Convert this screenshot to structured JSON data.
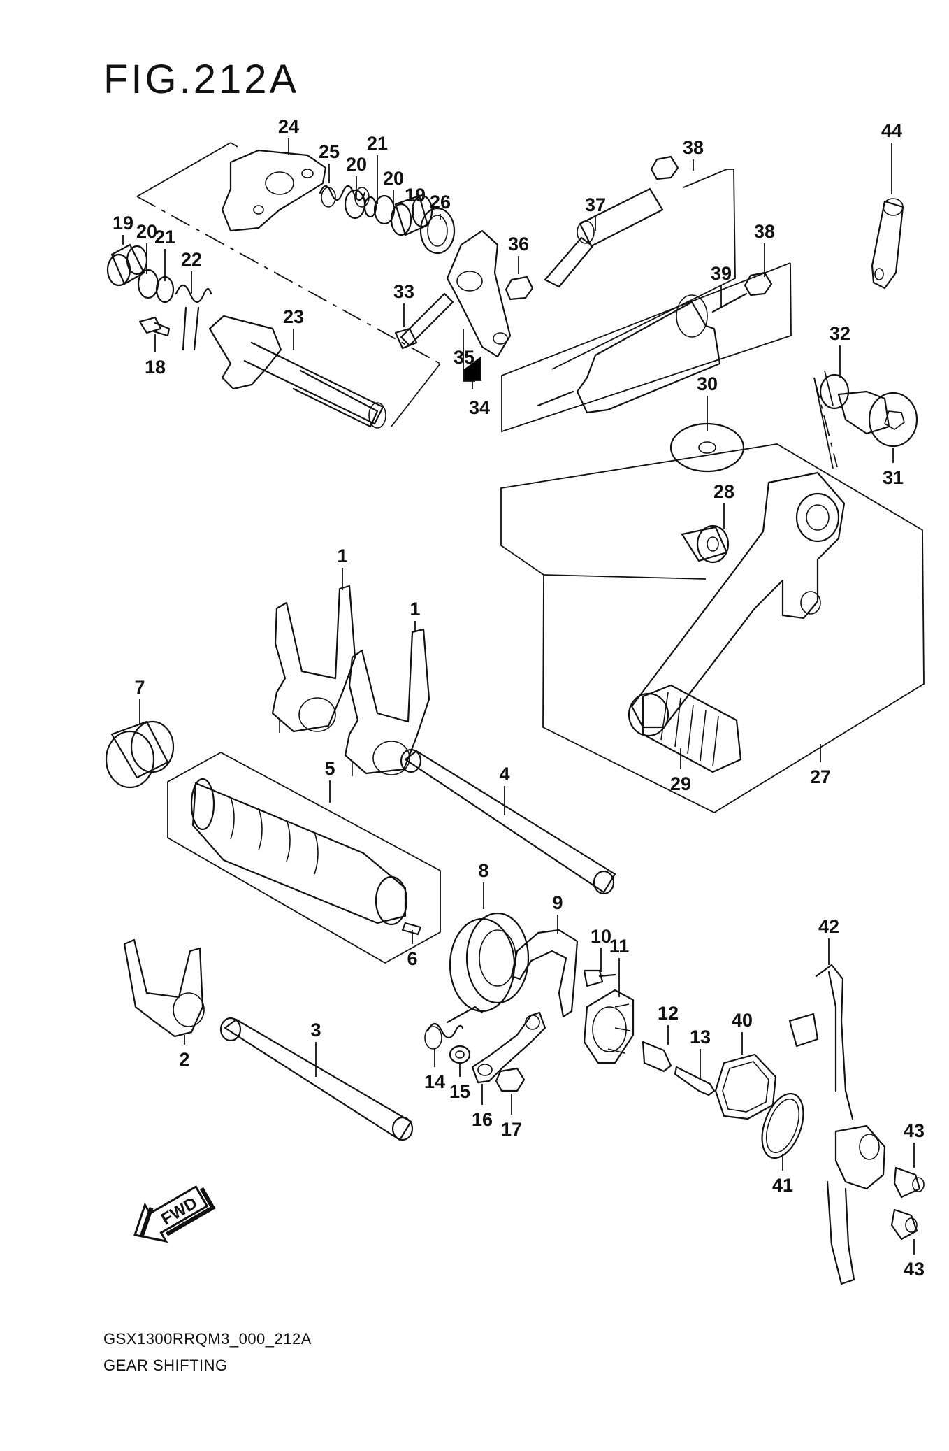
{
  "figure": {
    "title": "FIG.212A"
  },
  "footer": {
    "code": "GSX1300RRQM3_000_212A",
    "name": "GEAR SHIFTING"
  },
  "fwd_badge": "FWD",
  "callouts": [
    {
      "id": "c24",
      "label": "24"
    },
    {
      "id": "c25",
      "label": "25"
    },
    {
      "id": "c21a",
      "label": "21"
    },
    {
      "id": "c20a",
      "label": "20"
    },
    {
      "id": "c20b",
      "label": "20"
    },
    {
      "id": "c19a",
      "label": "19"
    },
    {
      "id": "c26",
      "label": "26"
    },
    {
      "id": "c19b",
      "label": "19"
    },
    {
      "id": "c20c",
      "label": "20"
    },
    {
      "id": "c21b",
      "label": "21"
    },
    {
      "id": "c22",
      "label": "22"
    },
    {
      "id": "c23",
      "label": "23"
    },
    {
      "id": "c18",
      "label": "18"
    },
    {
      "id": "c33",
      "label": "33"
    },
    {
      "id": "c35",
      "label": "35"
    },
    {
      "id": "c34",
      "label": "34"
    },
    {
      "id": "c36",
      "label": "36"
    },
    {
      "id": "c37",
      "label": "37"
    },
    {
      "id": "c38a",
      "label": "38"
    },
    {
      "id": "c38b",
      "label": "38"
    },
    {
      "id": "c39",
      "label": "39"
    },
    {
      "id": "c44",
      "label": "44"
    },
    {
      "id": "c32",
      "label": "32"
    },
    {
      "id": "c31",
      "label": "31"
    },
    {
      "id": "c30",
      "label": "30"
    },
    {
      "id": "c28",
      "label": "28"
    },
    {
      "id": "c1a",
      "label": "1"
    },
    {
      "id": "c1b",
      "label": "1"
    },
    {
      "id": "c7",
      "label": "7"
    },
    {
      "id": "c5",
      "label": "5"
    },
    {
      "id": "c4",
      "label": "4"
    },
    {
      "id": "c29",
      "label": "29"
    },
    {
      "id": "c27",
      "label": "27"
    },
    {
      "id": "c8",
      "label": "8"
    },
    {
      "id": "c9",
      "label": "9"
    },
    {
      "id": "c10",
      "label": "10"
    },
    {
      "id": "c11",
      "label": "11"
    },
    {
      "id": "c42",
      "label": "42"
    },
    {
      "id": "c6",
      "label": "6"
    },
    {
      "id": "c2",
      "label": "2"
    },
    {
      "id": "c3",
      "label": "3"
    },
    {
      "id": "c12",
      "label": "12"
    },
    {
      "id": "c40",
      "label": "40"
    },
    {
      "id": "c13",
      "label": "13"
    },
    {
      "id": "c14",
      "label": "14"
    },
    {
      "id": "c15",
      "label": "15"
    },
    {
      "id": "c16",
      "label": "16"
    },
    {
      "id": "c17",
      "label": "17"
    },
    {
      "id": "c41",
      "label": "41"
    },
    {
      "id": "c43a",
      "label": "43"
    },
    {
      "id": "c43b",
      "label": "43"
    }
  ]
}
